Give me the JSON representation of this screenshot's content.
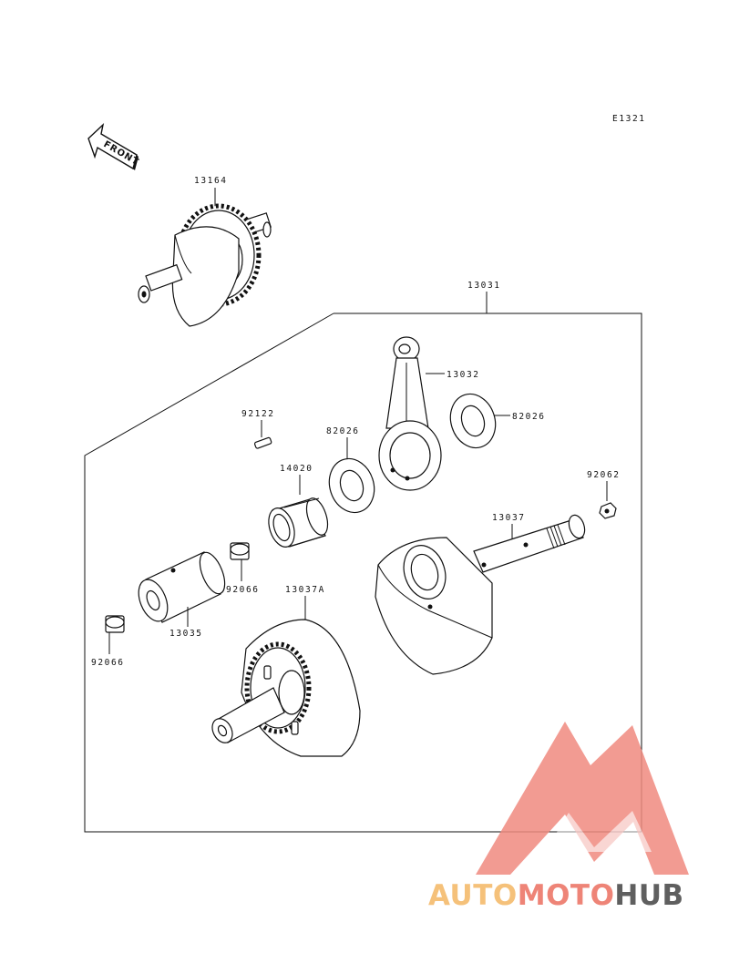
{
  "diagram": {
    "code": "E1321",
    "front_label": "FRONT",
    "parts": {
      "p13164": "13164",
      "p13031": "13031",
      "p13032": "13032",
      "p82026_right": "82026",
      "p92122": "92122",
      "p82026_left": "82026",
      "p14020": "14020",
      "p92062": "92062",
      "p13037": "13037",
      "p92066_mid": "92066",
      "p13037A": "13037A",
      "p13035": "13035",
      "p92066_left": "92066"
    }
  },
  "watermark": {
    "part1": "AUTO",
    "part2": "MOTO",
    "part3": "HUB",
    "colors": {
      "auto": "#f5c17a",
      "moto": "#ee8477",
      "hub": "#5f5f5f",
      "logo": "#f08a80"
    }
  }
}
